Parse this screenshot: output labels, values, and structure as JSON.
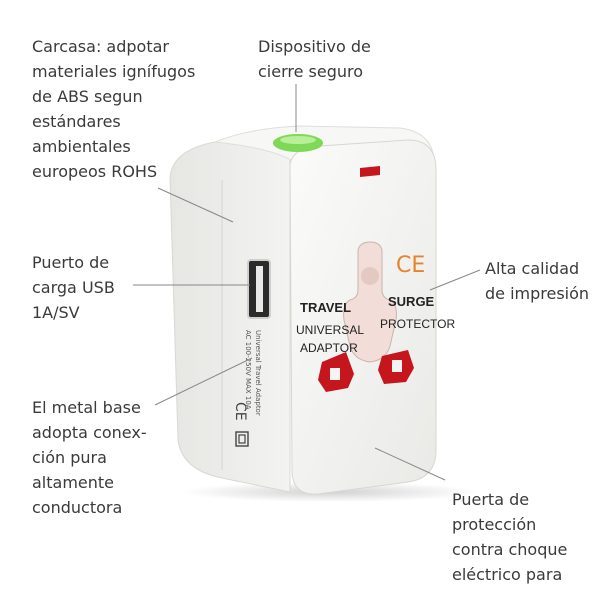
{
  "callouts": {
    "casing": "Carcasa: adpotar\nmateriales ignífugos\nde ABS segun\nestándares\nambientales\neuropeos ROHS",
    "lock": "Dispositivo de\ncierre seguro",
    "usb": "Puerto de\ncarga USB\n1A/SV",
    "print": "Alta calidad\nde impresión",
    "metal": "El metal base\nadopta conex-\nción pura\naltamente\nconductora",
    "door": "Puerta de\nprotección\ncontra choque\neléctrico para"
  },
  "device": {
    "label_left": "TRAVEL\nUNIVERSAL\nADAPTOR",
    "label_right": "SURGE\nPROTECTOR",
    "ce_mark": "CE",
    "side_text_1": "AC 100-250V MAX 10A",
    "side_text_2": "Universal Travel Adaptor"
  },
  "colors": {
    "body": "#f4f4f2",
    "lock_button": "#7ed957",
    "socket_red": "#c4161c",
    "ce_orange": "#e8832a",
    "leader_line": "#888888"
  }
}
